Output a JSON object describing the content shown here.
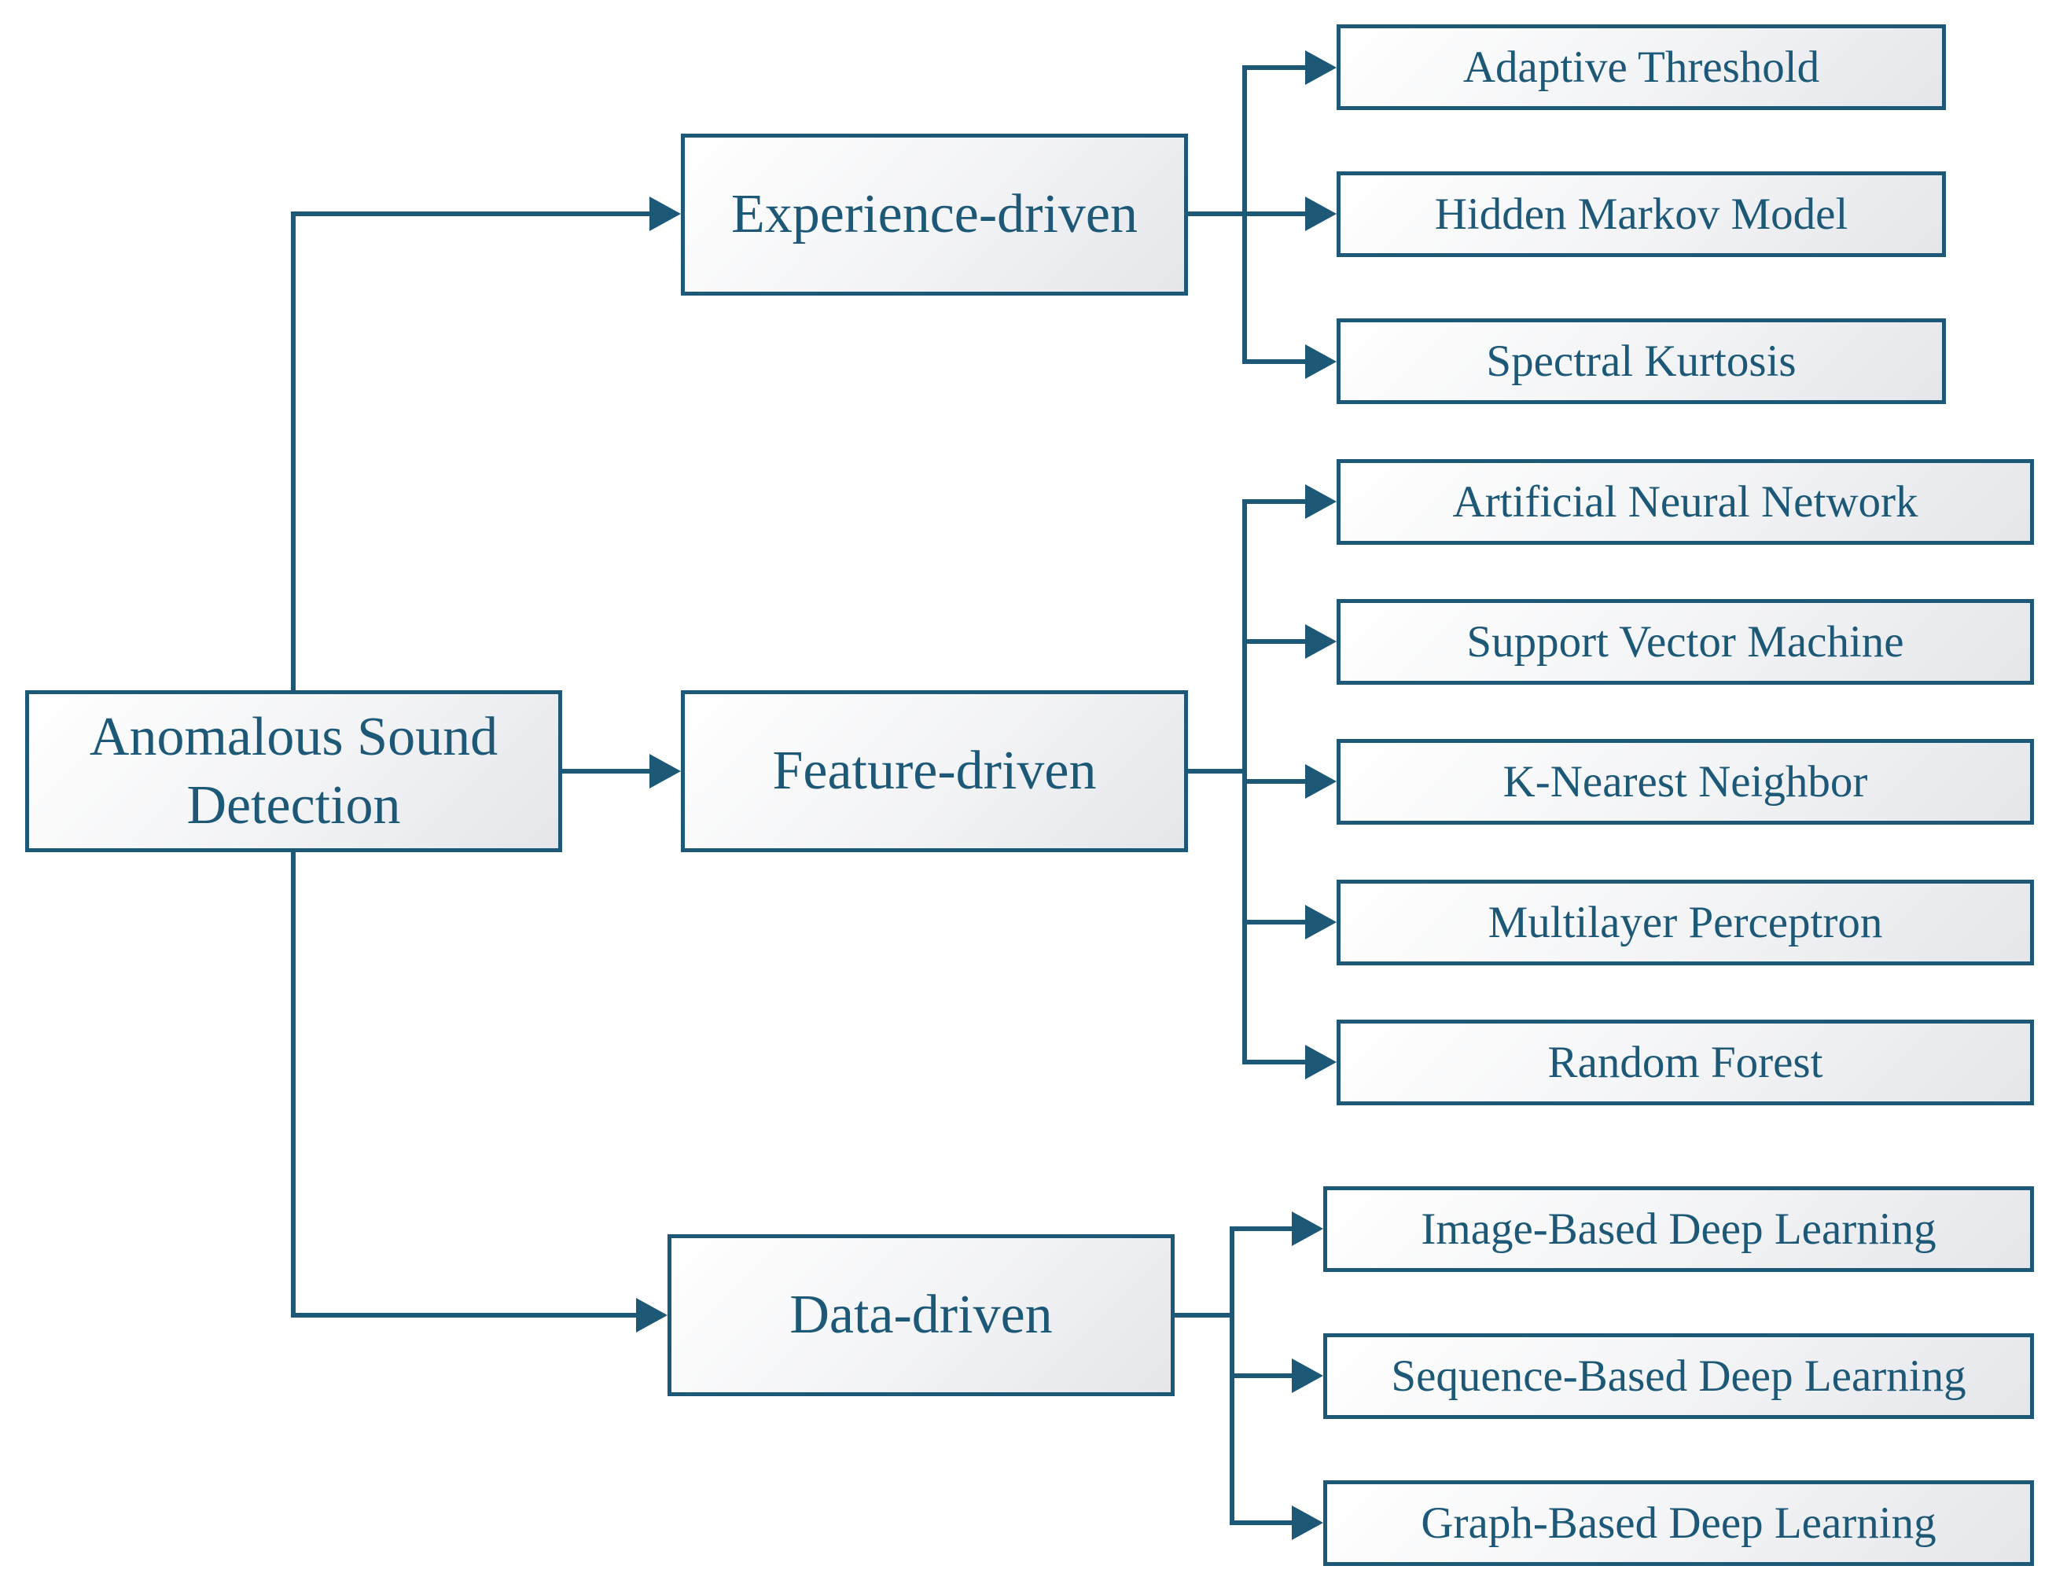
{
  "colors": {
    "line": "#1d5876",
    "text": "#1d5876",
    "box_fill_light": "#ffffff",
    "box_fill_dark": "#e4e6ea"
  },
  "root": {
    "label_line1": "Anomalous Sound",
    "label_line2": "Detection"
  },
  "branches": [
    {
      "label": "Experience-driven",
      "leaves": [
        "Adaptive Threshold",
        "Hidden Markov Model",
        "Spectral Kurtosis"
      ]
    },
    {
      "label": "Feature-driven",
      "leaves": [
        "Artificial Neural Network",
        "Support Vector Machine",
        "K-Nearest Neighbor",
        "Multilayer Perceptron",
        "Random Forest"
      ]
    },
    {
      "label": "Data-driven",
      "leaves": [
        "Image-Based Deep Learning",
        "Sequence-Based Deep Learning",
        "Graph-Based Deep Learning"
      ]
    }
  ]
}
